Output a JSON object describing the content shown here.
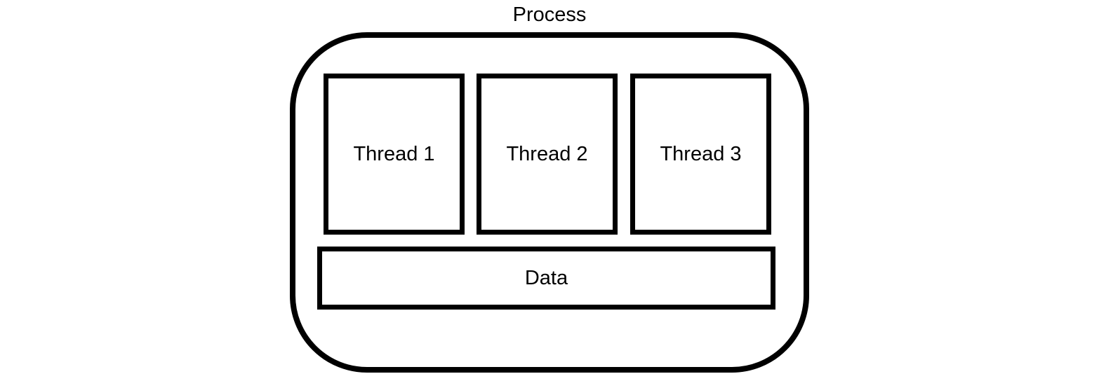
{
  "diagram": {
    "title": "Process",
    "threads": [
      {
        "label": "Thread 1"
      },
      {
        "label": "Thread 2"
      },
      {
        "label": "Thread 3"
      }
    ],
    "data_block": {
      "label": "Data"
    },
    "colors": {
      "stroke": "#000000",
      "background": "#ffffff"
    }
  }
}
